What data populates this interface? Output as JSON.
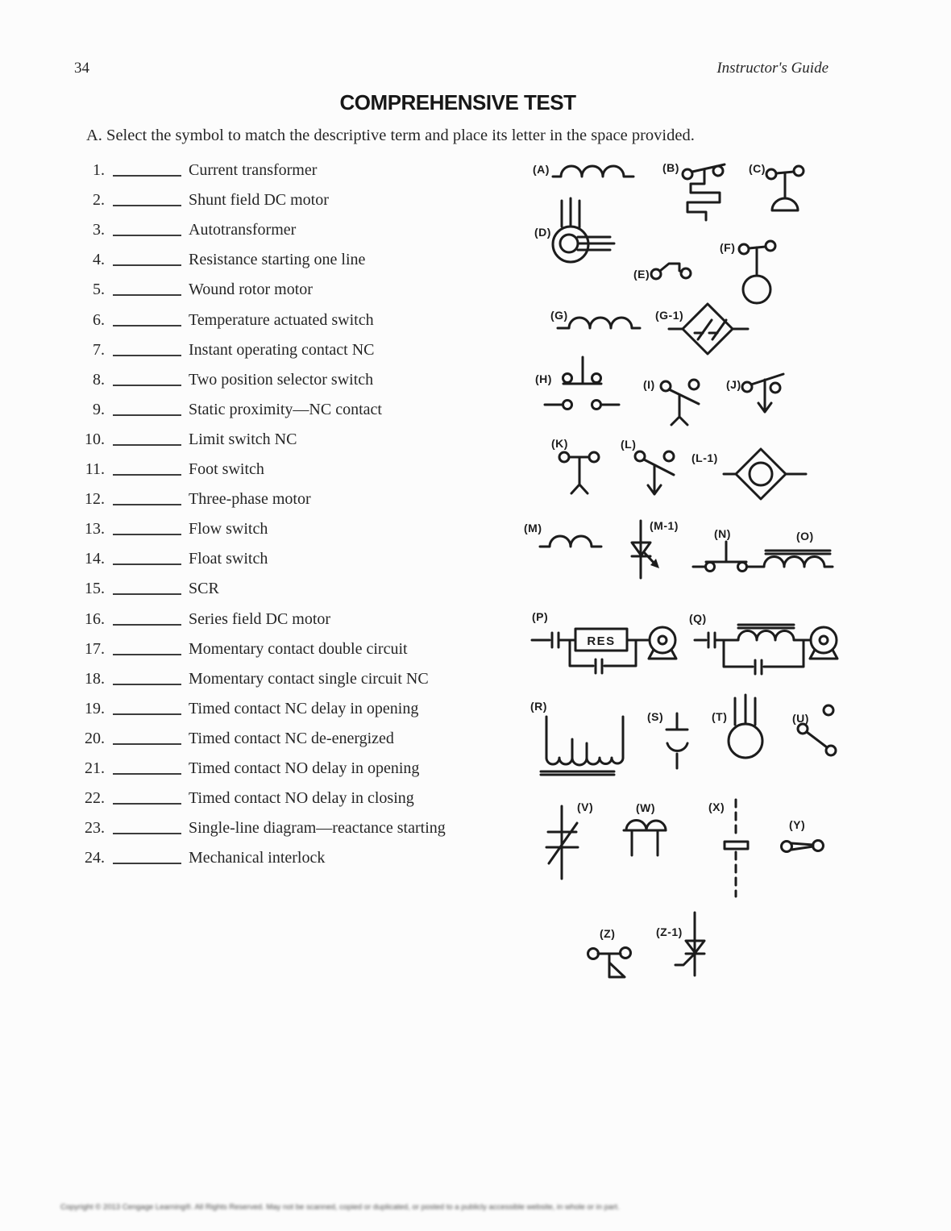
{
  "page": {
    "page_number": "34",
    "header_right": "Instructor's Guide",
    "title": "COMPREHENSIVE TEST",
    "instruction": "A.  Select the symbol to match the descriptive term and place its letter in the space provided.",
    "footer_copyright": "Copyright © 2013 Cengage Learning®. All Rights Reserved. May not be scanned, copied or duplicated, or posted to a publicly accessible website, in whole or in part."
  },
  "questions": [
    {
      "number": "1.",
      "term": "Current transformer"
    },
    {
      "number": "2.",
      "term": "Shunt field DC motor"
    },
    {
      "number": "3.",
      "term": "Autotransformer"
    },
    {
      "number": "4.",
      "term": "Resistance starting one line"
    },
    {
      "number": "5.",
      "term": "Wound rotor motor"
    },
    {
      "number": "6.",
      "term": "Temperature actuated switch"
    },
    {
      "number": "7.",
      "term": "Instant operating contact NC"
    },
    {
      "number": "8.",
      "term": "Two position selector switch"
    },
    {
      "number": "9.",
      "term": "Static proximity—NC contact"
    },
    {
      "number": "10.",
      "term": "Limit switch NC"
    },
    {
      "number": "11.",
      "term": "Foot switch"
    },
    {
      "number": "12.",
      "term": "Three-phase motor"
    },
    {
      "number": "13.",
      "term": "Flow switch"
    },
    {
      "number": "14.",
      "term": "Float switch"
    },
    {
      "number": "15.",
      "term": "SCR"
    },
    {
      "number": "16.",
      "term": "Series field DC motor"
    },
    {
      "number": "17.",
      "term": "Momentary contact double circuit"
    },
    {
      "number": "18.",
      "term": "Momentary contact single circuit NC"
    },
    {
      "number": "19.",
      "term": "Timed contact NC delay in opening"
    },
    {
      "number": "20.",
      "term": "Timed contact NC de-energized"
    },
    {
      "number": "21.",
      "term": "Timed contact NO delay in opening"
    },
    {
      "number": "22.",
      "term": "Timed contact NO delay in closing"
    },
    {
      "number": "23.",
      "term": "Single-line diagram—reactance starting"
    },
    {
      "number": "24.",
      "term": "Mechanical interlock"
    }
  ],
  "res_box_label": "RES",
  "symbols": [
    {
      "label": "(A)",
      "name": "coil-inductor"
    },
    {
      "label": "(B)",
      "name": "temperature-actuated-switch"
    },
    {
      "label": "(C)",
      "name": "flow-switch-paddle"
    },
    {
      "label": "(D)",
      "name": "wound-rotor-motor"
    },
    {
      "label": "(E)",
      "name": "limit-switch-nc"
    },
    {
      "label": "(F)",
      "name": "float-switch-ball"
    },
    {
      "label": "(G)",
      "name": "operating-coil"
    },
    {
      "label": "(G-1)",
      "name": "diamond-crossed-lines"
    },
    {
      "label": "(H)",
      "name": "momentary-contact-double-circuit"
    },
    {
      "label": "(I)",
      "name": "foot-operated-switch"
    },
    {
      "label": "(J)",
      "name": "switch-with-down-arrow"
    },
    {
      "label": "(K)",
      "name": "foot-operated-switch-nc"
    },
    {
      "label": "(L)",
      "name": "switch-with-down-arrow-open"
    },
    {
      "label": "(L-1)",
      "name": "diamond-with-circle"
    },
    {
      "label": "(M)",
      "name": "small-coil"
    },
    {
      "label": "(M-1)",
      "name": "scr-with-gate-arrow"
    },
    {
      "label": "(N)",
      "name": "momentary-contact-single-circuit-nc"
    },
    {
      "label": "(O)",
      "name": "autotransformer-coil"
    },
    {
      "label": "(P)",
      "name": "resistance-starting-one-line"
    },
    {
      "label": "(Q)",
      "name": "reactance-starting-one-line"
    },
    {
      "label": "(R)",
      "name": "tapped-autotransformer"
    },
    {
      "label": "(S)",
      "name": "timed-contact"
    },
    {
      "label": "(T)",
      "name": "three-phase-motor"
    },
    {
      "label": "(U)",
      "name": "two-position-selector-switch"
    },
    {
      "label": "(V)",
      "name": "crossed-contact"
    },
    {
      "label": "(W)",
      "name": "current-transformer"
    },
    {
      "label": "(X)",
      "name": "mechanical-interlock"
    },
    {
      "label": "(Y)",
      "name": "static-proximity-nc-contact"
    },
    {
      "label": "(Z)",
      "name": "foot-switch-pedal"
    },
    {
      "label": "(Z-1)",
      "name": "scr"
    }
  ]
}
